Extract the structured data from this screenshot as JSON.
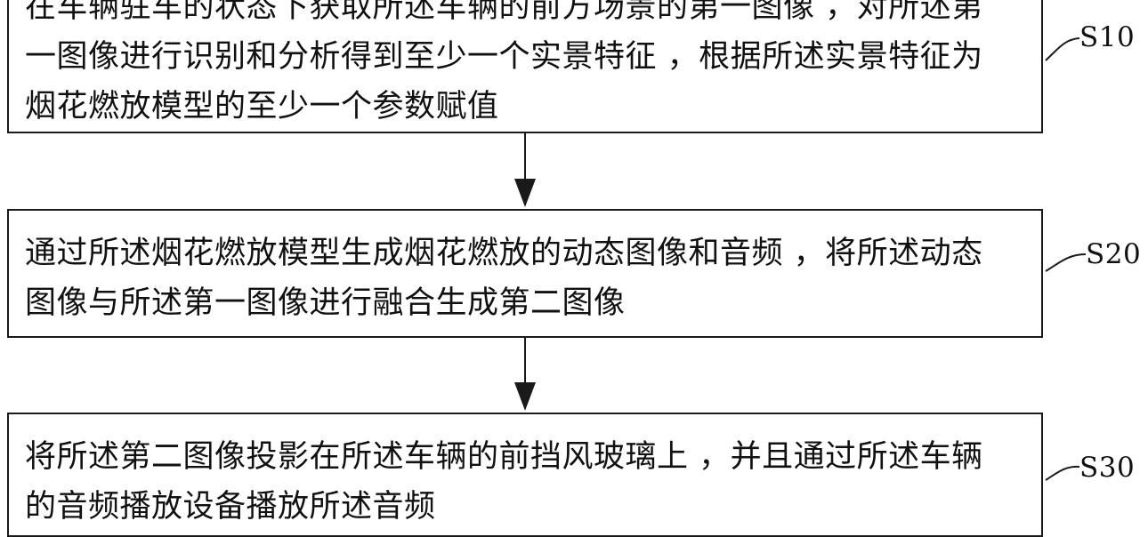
{
  "steps": [
    {
      "label": "S10",
      "text": "在车辆驻车的状态下获取所述车辆的前方场景的第一图像 ，对所述第一图像进行识别和分析得到至少一个实景特征 ，根据所述实景特征为烟花燃放模型的至少一个参数赋值"
    },
    {
      "label": "S20",
      "text": "通过所述烟花燃放模型生成烟花燃放的动态图像和音频 ，将所述动态图像与所述第一图像进行融合生成第二图像"
    },
    {
      "label": "S30",
      "text": "将所述第二图像投影在所述车辆的前挡风玻璃上 ，并且通过所述车辆的音频播放设备播放所述音频"
    }
  ],
  "colors": {
    "stroke": "#1a1a1a",
    "text": "#111111",
    "background": "#ffffff"
  }
}
